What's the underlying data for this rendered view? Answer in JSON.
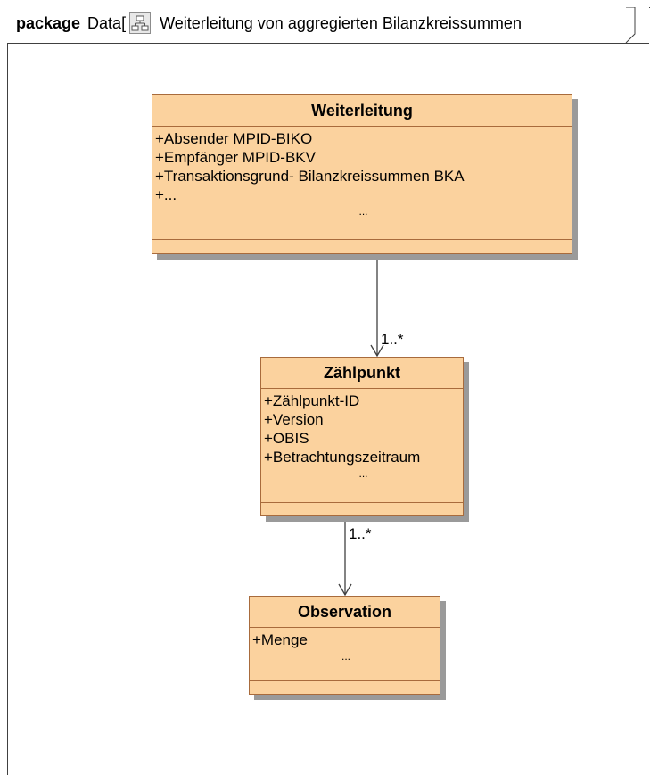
{
  "package": {
    "keyword": "package",
    "name_prefix": "Data[",
    "title": "Weiterleitung von aggregierten Bilanzkreissummen",
    "icon": "class-diagram-icon"
  },
  "classes": [
    {
      "name": "Weiterleitung",
      "attributes": [
        "+Absender MPID-BIKO",
        "+Empfänger MPID-BKV",
        "+Transaktionsgrund- Bilanzkreissummen BKA",
        "+..."
      ],
      "more": "..."
    },
    {
      "name": "Zählpunkt",
      "attributes": [
        "+Zählpunkt-ID",
        "+Version",
        "+OBIS",
        "+Betrachtungszeitraum"
      ],
      "more": "..."
    },
    {
      "name": "Observation",
      "attributes": [
        "+Menge"
      ],
      "more": "..."
    }
  ],
  "associations": [
    {
      "from": "Weiterleitung",
      "to": "Zählpunkt",
      "multiplicity": "1..*"
    },
    {
      "from": "Zählpunkt",
      "to": "Observation",
      "multiplicity": "1..*"
    }
  ],
  "colors": {
    "class_fill": "#fbd29e",
    "class_border": "#a86b3c",
    "shadow": "#9a9a9a",
    "line": "#404040"
  }
}
